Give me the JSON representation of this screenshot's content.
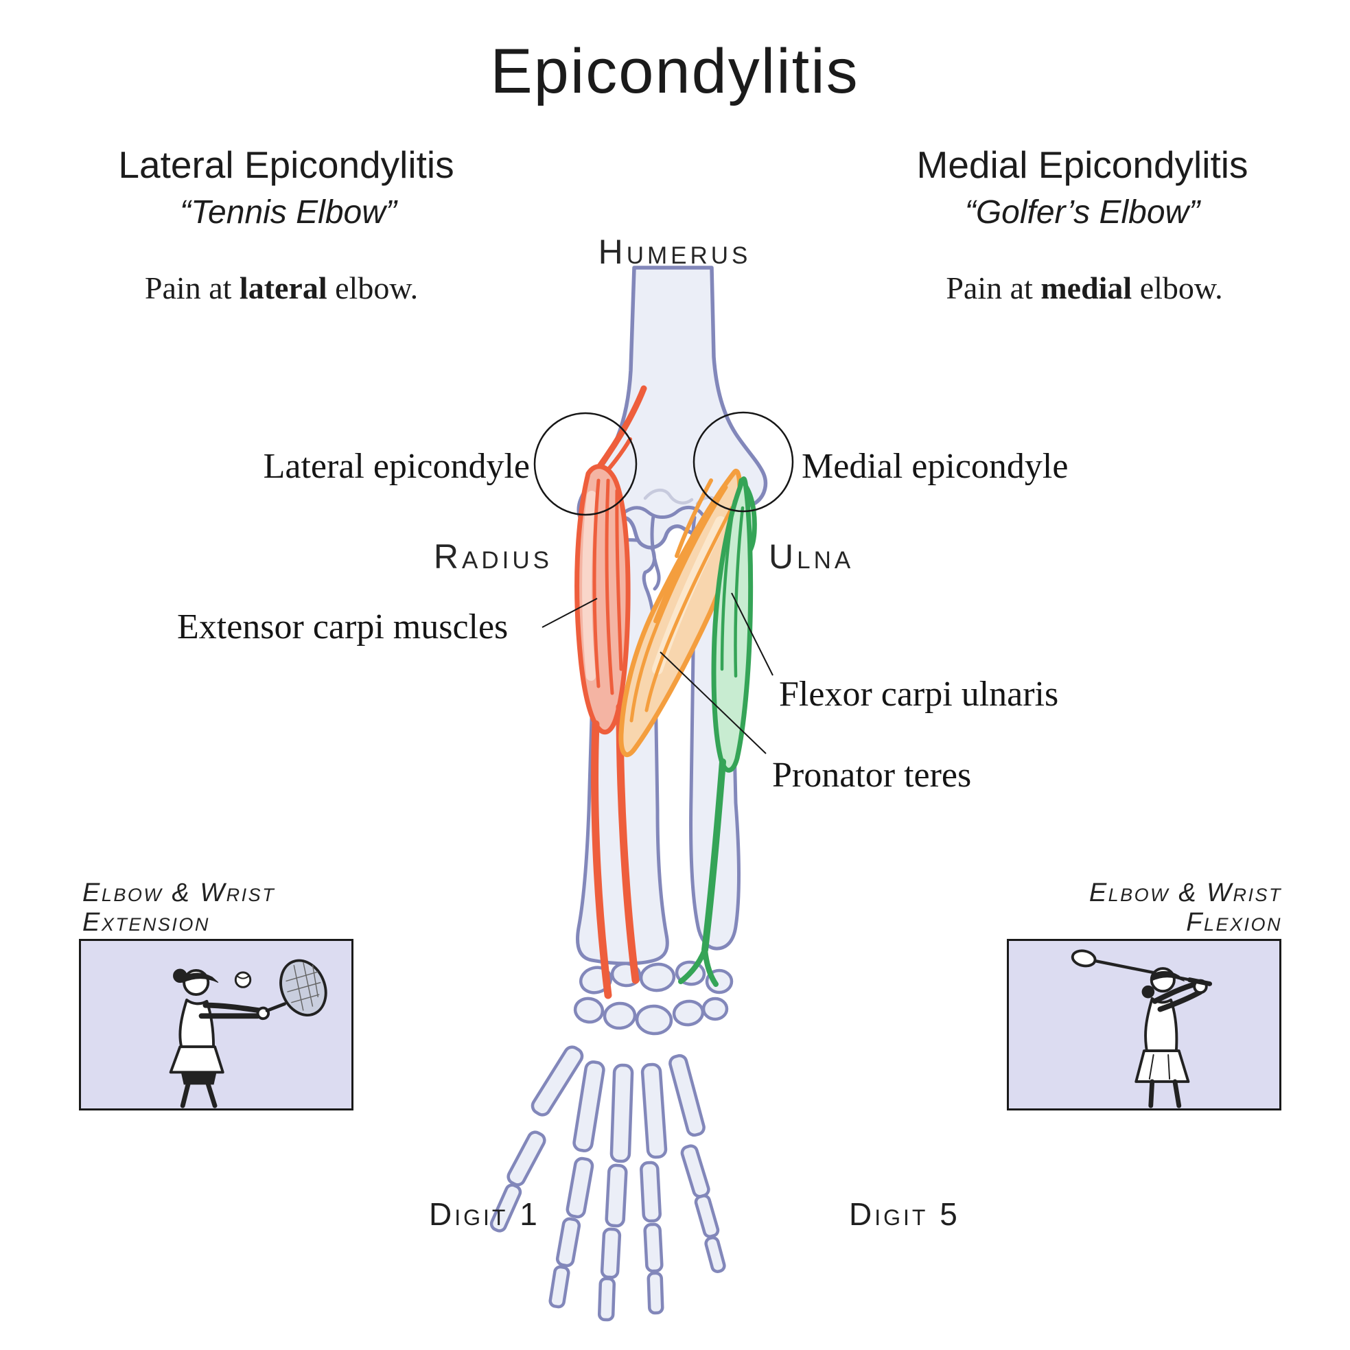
{
  "title": "Epicondylitis",
  "left_panel": {
    "heading": "Lateral Epicondylitis",
    "nickname": "“Tennis Elbow”",
    "pain_prefix": "Pain at ",
    "pain_emphasis": "lateral",
    "pain_suffix": " elbow."
  },
  "right_panel": {
    "heading": "Medial Epicondylitis",
    "nickname": "“Golfer’s Elbow”",
    "pain_prefix": "Pain at ",
    "pain_emphasis": "medial",
    "pain_suffix": " elbow."
  },
  "labels": {
    "humerus": "Humerus",
    "radius": "Radius",
    "ulna": "Ulna",
    "lateral_epicondyle": "Lateral epicondyle",
    "medial_epicondyle": "Medial epicondyle",
    "extensor": "Extensor carpi muscles",
    "flexor": "Flexor carpi ulnaris",
    "pronator": "Pronator teres",
    "digit_1": "Digit 1",
    "digit_5": "Digit 5"
  },
  "action_left": {
    "line1": "Elbow & Wrist",
    "line2": "Extension"
  },
  "action_right": {
    "line1": "Elbow & Wrist",
    "line2": "Flexion"
  },
  "colors": {
    "extensor": "#ee5e3c",
    "extensor_fill": "#f4b4a3",
    "extensor_hilite": "#f9d6ca",
    "pronator": "#f49e3e",
    "pronator_fill": "#f8d6ae",
    "pronator_hilite": "#fbe7cc",
    "flexor": "#35a457",
    "flexor_fill": "#c8ecd1",
    "bone_outline": "#8287ba",
    "bone_fill": "#ebeef7",
    "bone_detail": "#c7cadd",
    "panel_bg": "#dcdcf1",
    "ink": "#161616"
  }
}
